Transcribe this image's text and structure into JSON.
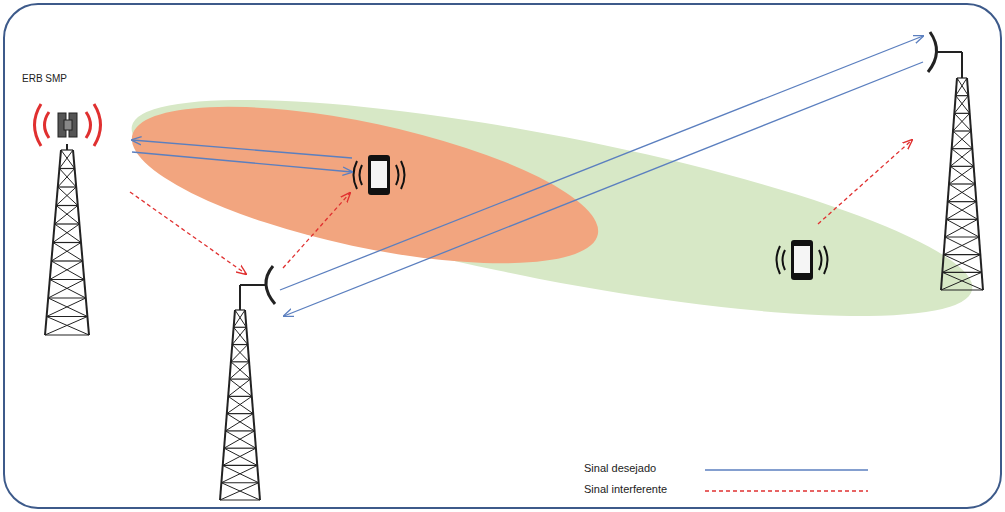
{
  "diagram": {
    "labels": [
      "ERB SMP"
    ],
    "legend": [
      {
        "text": "Sinal desejado"
      },
      {
        "text": "Sinal interferente"
      }
    ]
  }
}
